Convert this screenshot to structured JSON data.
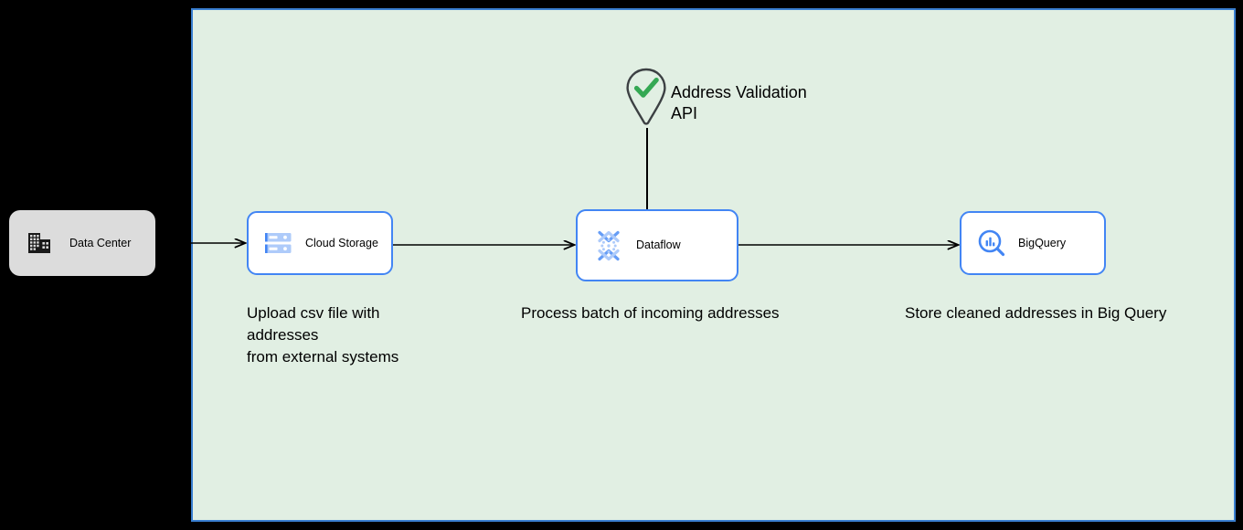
{
  "diagram": {
    "type": "architecture-flow",
    "background_color": "#000000",
    "boundary": {
      "name": "cloud-boundary",
      "fill_color": "#e1efe3",
      "border_color": "#3a7fd0"
    },
    "nodes": [
      {
        "id": "datacenter",
        "label": "Data Center",
        "icon": "data-center-building-icon",
        "style": "onprem",
        "fill_color": "#dcdcdc",
        "icon_color": "#1a1a1a"
      },
      {
        "id": "cloudstorage",
        "label": "Cloud Storage",
        "icon": "cloud-storage-icon",
        "style": "cloud",
        "fill_color": "#ffffff",
        "border_color": "#4285f4",
        "icon_color": "#669df6"
      },
      {
        "id": "dataflow",
        "label": "Dataflow",
        "icon": "dataflow-icon",
        "style": "cloud",
        "fill_color": "#ffffff",
        "border_color": "#4285f4",
        "icon_color": "#669df6"
      },
      {
        "id": "bigquery",
        "label": "BigQuery",
        "icon": "bigquery-icon",
        "style": "cloud",
        "fill_color": "#ffffff",
        "border_color": "#4285f4",
        "icon_color": "#4285f4"
      }
    ],
    "external_services": [
      {
        "id": "address-validation-api",
        "label": "Address Validation\nAPI",
        "icon": "map-pin-check-icon",
        "pin_color": "#3c4043",
        "check_color": "#34a853"
      }
    ],
    "captions": [
      {
        "id": "caption-cloudstorage",
        "text": "Upload csv file with addresses\nfrom external systems"
      },
      {
        "id": "caption-dataflow",
        "text": "Process batch of incoming addresses"
      },
      {
        "id": "caption-bigquery",
        "text": "Store cleaned addresses in Big Query"
      }
    ],
    "connectors": [
      {
        "id": "datacenter-to-cloudstorage",
        "from": "datacenter",
        "to": "cloudstorage",
        "arrow": "open",
        "color": "#000000"
      },
      {
        "id": "cloudstorage-to-dataflow",
        "from": "cloudstorage",
        "to": "dataflow",
        "arrow": "open",
        "color": "#000000"
      },
      {
        "id": "dataflow-to-bigquery",
        "from": "dataflow",
        "to": "bigquery",
        "arrow": "open",
        "color": "#000000"
      },
      {
        "id": "addressvalidation-to-dataflow",
        "from": "address-validation-api",
        "to": "dataflow",
        "arrow": "none",
        "color": "#000000"
      }
    ]
  }
}
